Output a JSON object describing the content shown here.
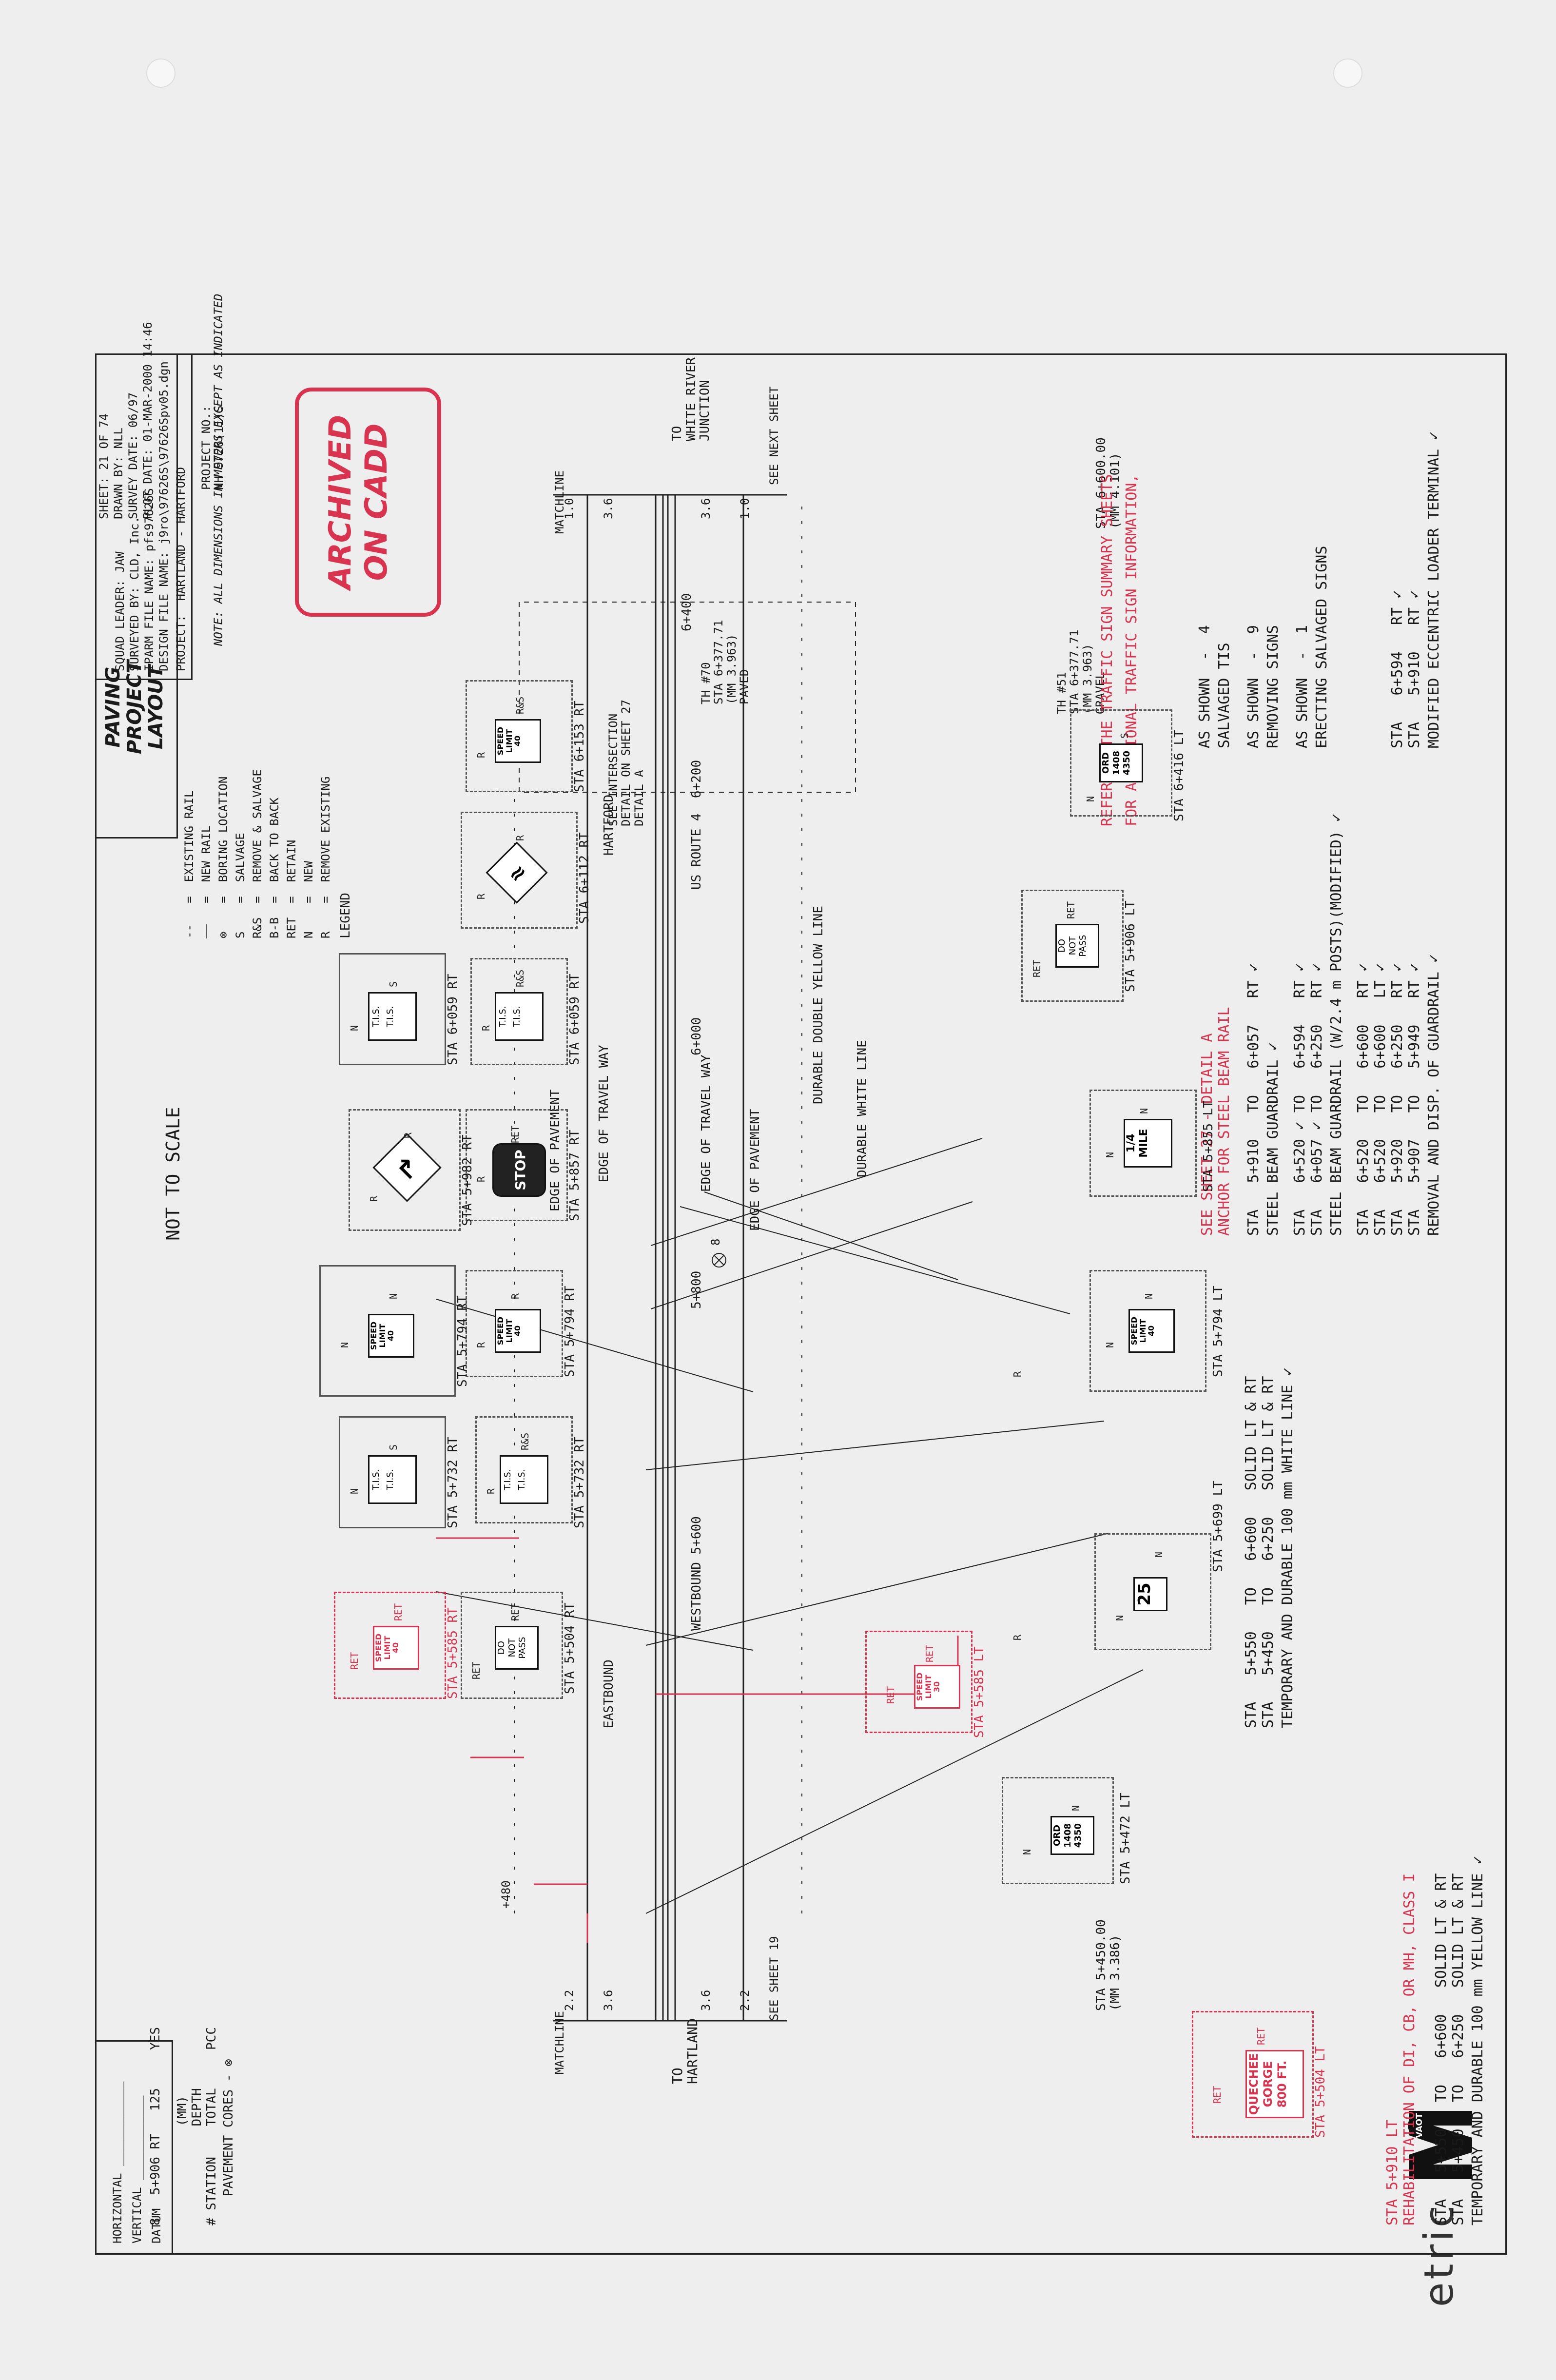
{
  "notes_top": {
    "yellow_title": "TEMPORARY AND DURABLE 100 mm YELLOW LINE ✓",
    "yellow_line1": "STA   5+450   TO   6+250   SOLID LT & RT",
    "yellow_line2": "STA   5+550   TO   6+600   SOLID LT & RT",
    "white_title": "TEMPORARY AND DURABLE 100 mm WHITE LINE ✓",
    "white_line1": "STA   5+450   TO   6+250   SOLID LT & RT",
    "white_line2": "STA   5+550   TO   6+600   SOLID LT & RT",
    "rehab_title": "REHABILITATION OF DI, CB, OR MH, CLASS I",
    "rehab_line": "STA 5+910 LT",
    "removal_title": "REMOVAL AND DISP. OF GUARDRAIL ✓",
    "removal_lines": [
      "STA   5+907   TO   5+949   RT ✓",
      "STA   5+920   TO   6+250   RT ✓",
      "STA   6+520   TO   6+600   LT ✓",
      "STA   6+520   TO   6+600   RT ✓"
    ],
    "steel_title": "STEEL BEAM GUARDRAIL (W/2.4 m POSTS)(MODIFIED) ✓",
    "steel_lines": [
      "STA   6+057 ✓ TO   6+250   RT ✓",
      "STA   6+520 ✓ TO   6+594   RT ✓"
    ],
    "steel_gr_title": "STEEL BEAM GUARDRAIL ✓",
    "steel_gr_line": "STA   5+910   TO   6+057   RT ✓",
    "anchor_line1": "ANCHOR FOR STEEL BEAM RAIL",
    "anchor_line2": "SEE SHEET 27 - DETAIL A",
    "eccentric_title": "MODIFIED ECCENTRIC LOADER TERMINAL ✓",
    "eccentric_lines": [
      "STA   5+910   RT ✓",
      "STA   6+594   RT ✓"
    ],
    "erect_title": "ERECTING SALVAGED SIGNS",
    "erect_line": "AS SHOWN  -  1",
    "removing_title": "REMOVING SIGNS",
    "removing_line": "AS SHOWN  -  9",
    "salvaged_title": "SALVAGED TIS",
    "salvaged_line": "AS SHOWN  -  4",
    "additional_line1": "FOR ADDITIONAL TRAFFIC SIGN INFORMATION,",
    "additional_line2": "REFER TO THE TRAFFIC SIGN SUMMARY SHEETS"
  },
  "plan": {
    "to_hartland": "TO\nHARTLAND",
    "to_wrj": "TO\nWHITE RIVER\nJUNCTION",
    "matchline": "MATCHLINE",
    "see_sheet_19": "SEE SHEET 19",
    "see_next": "SEE NEXT SHEET",
    "sta_start": "STA 5+450.00\n(MM 3.386)",
    "sta_end": "STA 6+600.00\n(MM 4.101)",
    "plus480": "+480",
    "westbound": "WESTBOUND 5+600",
    "eastbound": "EASTBOUND",
    "st5800": "5+800",
    "st6000": "6+000",
    "st6200": "US ROUTE 4  6+200",
    "st6400": "6+400",
    "hartford": "HARTFORD",
    "edge_pavement": "EDGE OF PAVEMENT",
    "edge_travel": "EDGE OF TRAVEL WAY",
    "edge_travel2": "EDGE OF TRAVEL WAY",
    "edge_pavement2": "EDGE OF PAVEMENT",
    "durable_white": "DURABLE WHITE LINE",
    "durable_yellow": "DURABLE DOUBLE YELLOW LINE",
    "dim_22a": "2.2",
    "dim_36a": "3.6",
    "dim_36b": "3.6",
    "dim_22b": "2.2",
    "dim_10a": "1.0",
    "dim_36c": "3.6",
    "dim_36d": "3.6",
    "dim_10b": "1.0",
    "boring": "8",
    "th51": "TH #51\nSTA 6+377.71\n(MM 3.963)\nGRAVEL",
    "th70": "TH #70\nSTA 6+377.71\n(MM 3.963)\nPAVED",
    "intersection": "SEE INTERSECTION\nDETAIL ON SHEET 27\nDETAIL A"
  },
  "signs": {
    "s1": {
      "sta": "STA 5+504 LT",
      "text": "QUECHEE\nGORGE\n800 FT.",
      "a": "RET",
      "b": "RET"
    },
    "s2": {
      "sta": "STA 5+472 LT",
      "text": "ORD\n1408\n4350",
      "a": "N",
      "b": "N"
    },
    "s3": {
      "sta": "STA 5+585 LT",
      "text": "SPEED\nLIMIT\n30",
      "a": "RET",
      "b": "RET"
    },
    "s4": {
      "sta": "STA 5+699 LT",
      "text": "25",
      "a": "N",
      "b": "N",
      "c": "R"
    },
    "s5": {
      "sta": "STA 5+794 LT",
      "text": "SPEED\nLIMIT\n40",
      "a": "N",
      "b": "N",
      "c": "R"
    },
    "s6": {
      "sta": "STA 5+855 LT",
      "text": "1/4\nMILE",
      "a": "N",
      "b": "N"
    },
    "s7": {
      "sta": "STA 5+906 LT",
      "text": "DO\nNOT\nPASS",
      "a": "RET",
      "b": "RET"
    },
    "s8": {
      "sta": "STA 6+416 LT",
      "text": "ORD\n1408\n4350",
      "a": "N",
      "b": "S"
    },
    "s9": {
      "sta": "STA 5+504 RT",
      "text": "DO\nNOT\nPASS",
      "a": "RET",
      "b": "RET"
    },
    "s10": {
      "sta": "STA 5+585 RT",
      "text": "SPEED\nLIMIT\n40",
      "a": "RET",
      "b": "RET"
    },
    "s11": {
      "sta": "STA 5+732 RT",
      "text": "T.I.S.\nT.I.S.",
      "a": "R&S",
      "b": "R"
    },
    "s12": {
      "sta": "STA 5+732 RT",
      "text": "T.I.S.\nT.I.S.",
      "a": "S",
      "b": "N"
    },
    "s13": {
      "sta": "STA 5+794 RT",
      "text": "SPEED\nLIMIT\n40",
      "a": "R",
      "b": "R"
    },
    "s14": {
      "sta": "STA 5+794 RT",
      "text": "SPEED\nLIMIT\n40",
      "a": "N",
      "b": "N"
    },
    "s15": {
      "sta": "STA 5+857 RT",
      "text": "STOP",
      "a": "RET",
      "b": "R"
    },
    "s16": {
      "sta": "STA 5+982 RT",
      "text": "↱",
      "a": "R",
      "b": "R"
    },
    "s17": {
      "sta": "STA 6+059 RT",
      "text": "T.I.S.\nT.I.S.",
      "a": "R&S",
      "b": "R"
    },
    "s18": {
      "sta": "STA 6+059 RT",
      "text": "T.I.S.\nT.I.S.",
      "a": "S",
      "b": "N"
    },
    "s19": {
      "sta": "STA 6+112 RT",
      "text": "≈",
      "a": "R",
      "b": "R"
    },
    "s20": {
      "sta": "STA 6+153 RT",
      "text": "SPEED\nLIMIT\n40",
      "a": "R&S",
      "b": "R"
    }
  },
  "legend": {
    "title": "LEGEND",
    "items": [
      "R    =  REMOVE EXISTING",
      "N    =  NEW",
      "RET  =  RETAIN",
      "B-B  =  BACK TO BACK",
      "R&S  =  REMOVE & SALVAGE",
      "S    =  SALVAGE",
      "⊗    =  BORING LOCATION",
      "——   =  NEW RAIL",
      "--   =  EXISTING RAIL"
    ]
  },
  "datum": {
    "title": "DATUM",
    "vertical": "VERTICAL ____________",
    "horizontal": "HORIZONTAL ____________"
  },
  "cores": {
    "title": "PAVEMENT CORES - ⊗",
    "header": "# STATION    TOTAL     PCC",
    "header2": "             DEPTH",
    "header3": "             (MM)",
    "row": "8   5+906 RT   125     YES"
  },
  "not_to_scale": "NOT TO SCALE",
  "title_block": {
    "title": "PAVING\nPROJECT\nLAYOUT",
    "note": "NOTE: ALL DIMENSIONS IN METERS EXCEPT AS INDICATED",
    "project": "PROJECT:  HARTLAND - HARTFORD",
    "project_no": "PROJECT NO.:\nNH 9726(11)S",
    "design_file": "DESIGN FILE NAME: j9ro\\97626S\\97626Spv05.dgn",
    "plot_file": "IPARM FILE NAME: pfs97626S",
    "plot_date": "PLOT DATE: 01-MAR-2000 14:46",
    "survey_by": "SURVEYED BY: CLD, Inc.",
    "survey_date": "SURVEY DATE: 06/97",
    "drawn_by": "DRAWN BY: NLL",
    "squad": "SQUAD LEADER: JAW",
    "sheet": "SHEET: 21 OF 74"
  },
  "stamp": "ARCHIVED\nON CADD",
  "logo": {
    "letter": "M",
    "word": "etric",
    "badge": "VAOT"
  }
}
